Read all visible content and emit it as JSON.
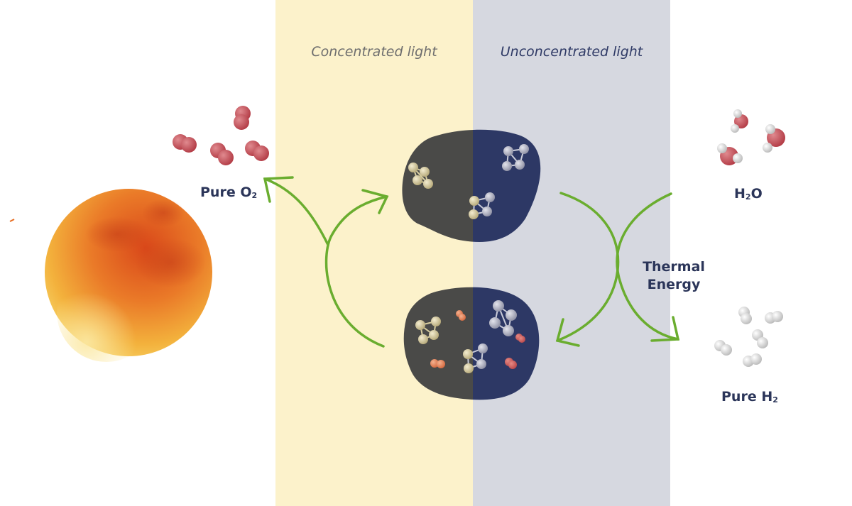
{
  "bands": {
    "concentrated": {
      "label": "Concentrated light",
      "color": "#fcf2cb",
      "text_color": "#6e6e6e"
    },
    "unconcentrated": {
      "label": "Unconcentrated light",
      "color": "#d6d8e0",
      "text_color": "#2f3a66"
    }
  },
  "labels": {
    "o2_prefix": "Pure O",
    "o2_sub": "2",
    "h2o_h": "H",
    "h2o_sub": "2",
    "h2o_o": "O",
    "h2_prefix": "Pure H",
    "h2_sub": "2",
    "thermal_line1": "Thermal",
    "thermal_line2": "Energy"
  },
  "colors": {
    "arrow": "#6aad2f",
    "particle_dark": "#4a4a48",
    "particle_navy": "#2d3865",
    "oxygen": "#c0464f",
    "hydrogen": "#d0d0d0",
    "catalyst_reduced": "#e07a4a",
    "cluster_gold": "#e6dcb0",
    "cluster_silver": "#a9abbd",
    "sun_core": "#e76b1e",
    "sun_edge": "#f6c443"
  },
  "icons": [
    "sun-icon",
    "oxygen-molecule-icon",
    "water-molecule-icon",
    "hydrogen-molecule-icon",
    "metal-cluster-icon",
    "cycle-arrow-icon"
  ]
}
